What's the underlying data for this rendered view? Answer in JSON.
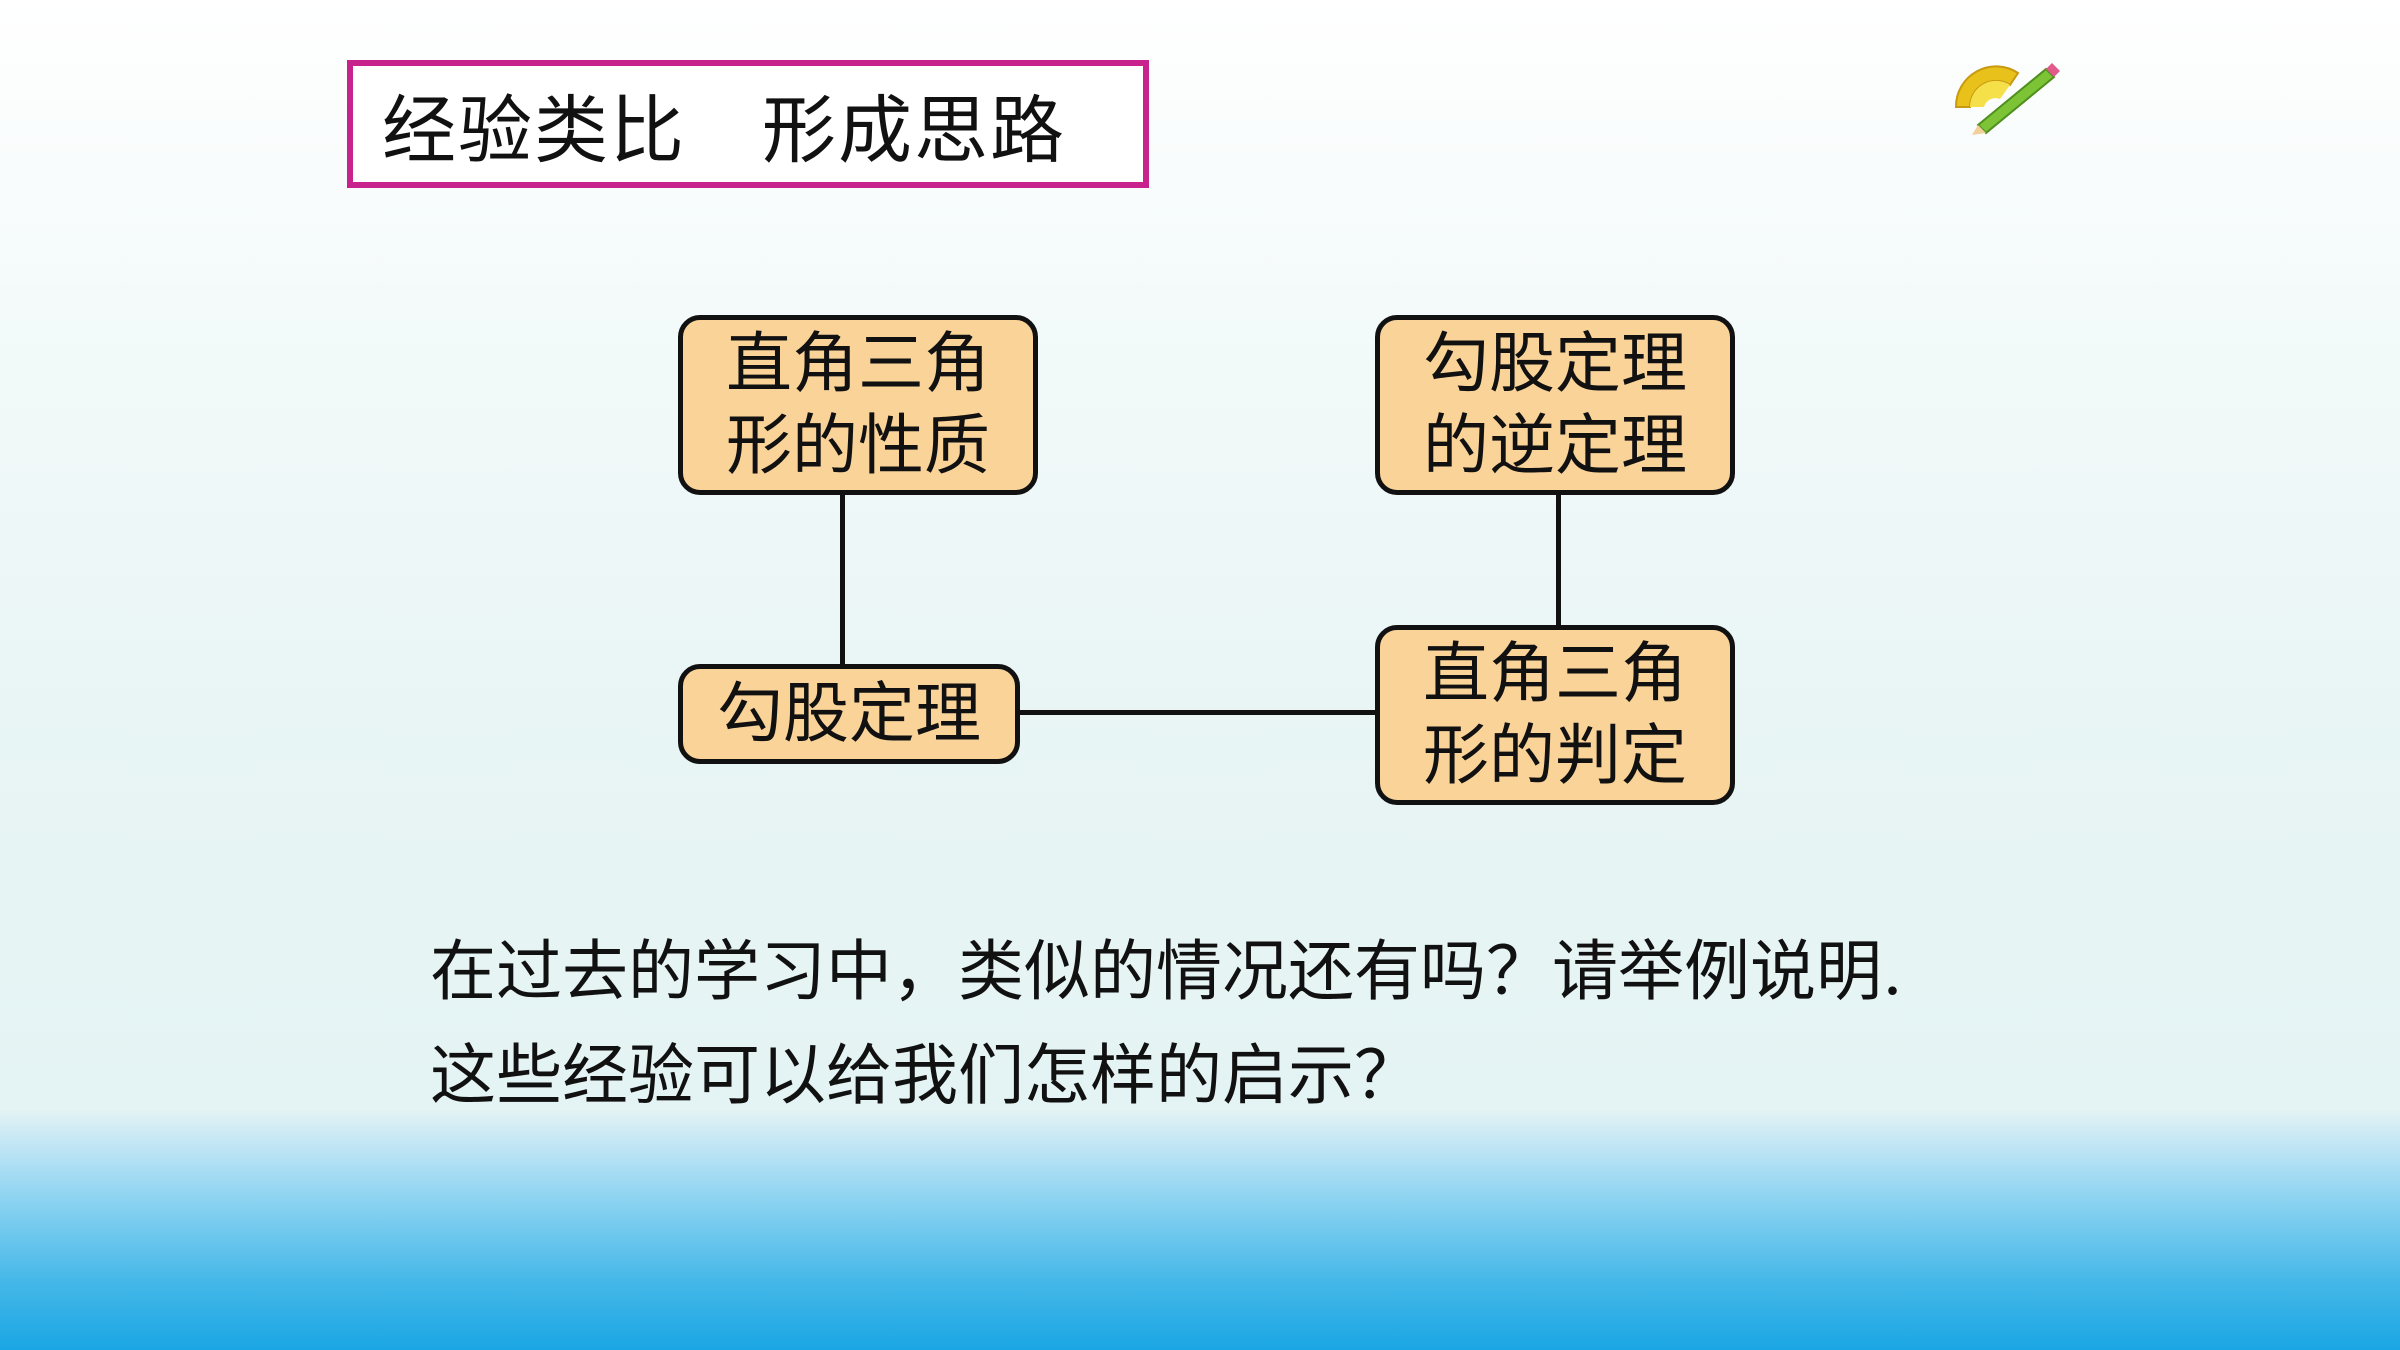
{
  "slide": {
    "title": "经验类比　形成思路",
    "logo_icon": "protractor-pencil-icon",
    "accent_color": "#c8238c",
    "node_fill": "#fad399",
    "diagram": {
      "nodes": [
        {
          "id": "n1",
          "label": "直角三角形的性质"
        },
        {
          "id": "n2",
          "label": "勾股定理的逆定理"
        },
        {
          "id": "n3",
          "label": "勾股定理"
        },
        {
          "id": "n4",
          "label": "直角三角形的判定"
        }
      ],
      "edges": [
        {
          "from": "n1",
          "to": "n3"
        },
        {
          "from": "n3",
          "to": "n4"
        },
        {
          "from": "n4",
          "to": "n2"
        }
      ]
    },
    "question": {
      "line1": "在过去的学习中，类似的情况还有吗？请举例说明.",
      "line2": "这些经验可以给我们怎样的启示？"
    }
  }
}
